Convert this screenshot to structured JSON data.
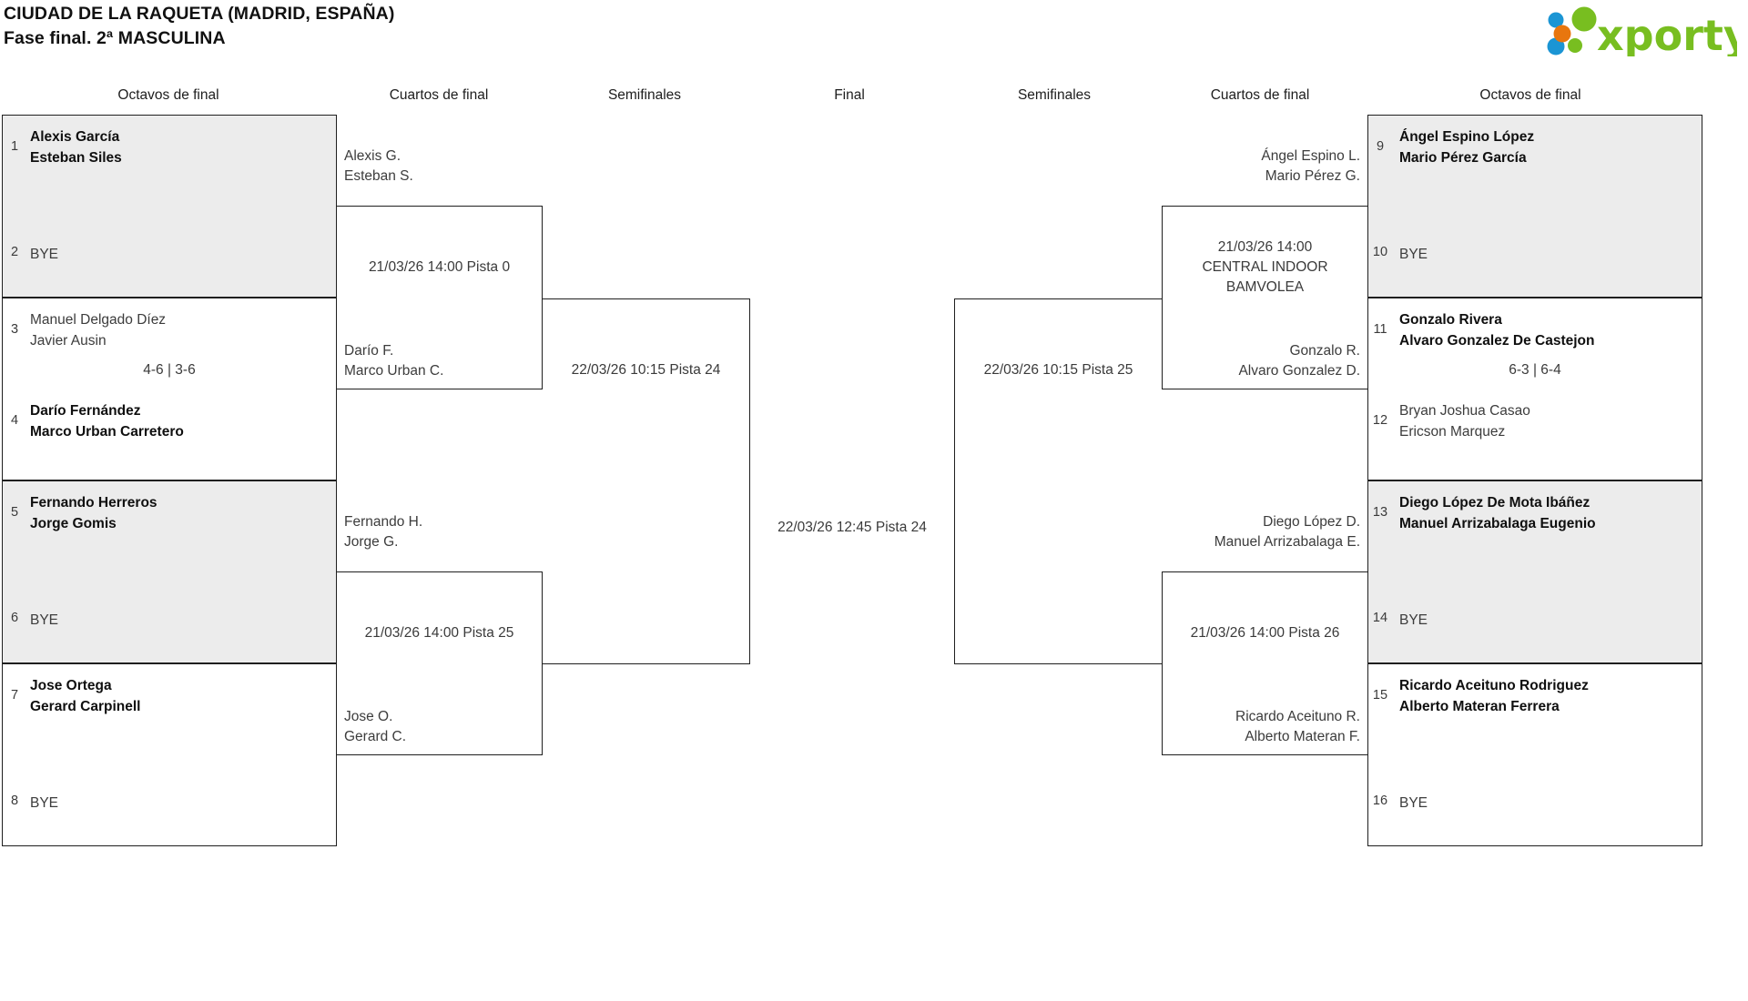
{
  "header": {
    "title_line1": "CIUDAD DE LA RAQUETA (MADRID, ESPAÑA)",
    "title_line2": "Fase final. 2ª MASCULINA",
    "logo_text": "xporty",
    "logo_colors": {
      "green": "#78BE20",
      "orange": "#E8760E",
      "blue": "#1B95D4"
    }
  },
  "round_labels": {
    "left_octavos": "Octavos de final",
    "left_cuartos": "Cuartos de final",
    "left_semis": "Semifinales",
    "final": "Final",
    "right_semis": "Semifinales",
    "right_cuartos": "Cuartos de final",
    "right_octavos": "Octavos de final"
  },
  "left_octavos": [
    {
      "seed": "1",
      "line1": "Alexis García",
      "line2": "Esteban Siles",
      "state": "winner",
      "shaded": true
    },
    {
      "seed": "2",
      "line1": "BYE",
      "line2": "",
      "state": "bye",
      "shaded": true
    },
    {
      "seed": "3",
      "line1": "Manuel Delgado Díez",
      "line2": "Javier Ausin",
      "state": "loser",
      "shaded": false
    },
    {
      "seed": "4",
      "line1": "Darío Fernández",
      "line2": "Marco Urban Carretero",
      "state": "winner",
      "shaded": false
    },
    {
      "seed": "5",
      "line1": "Fernando Herreros",
      "line2": "Jorge Gomis",
      "state": "winner",
      "shaded": true
    },
    {
      "seed": "6",
      "line1": "BYE",
      "line2": "",
      "state": "bye",
      "shaded": true
    },
    {
      "seed": "7",
      "line1": "Jose Ortega",
      "line2": "Gerard Carpinell",
      "state": "winner",
      "shaded": false
    },
    {
      "seed": "8",
      "line1": "BYE",
      "line2": "",
      "state": "bye",
      "shaded": false
    }
  ],
  "right_octavos": [
    {
      "seed": "9",
      "line1": "Ángel Espino López",
      "line2": "Mario Pérez García",
      "state": "winner",
      "shaded": true
    },
    {
      "seed": "10",
      "line1": "BYE",
      "line2": "",
      "state": "bye",
      "shaded": true
    },
    {
      "seed": "11",
      "line1": "Gonzalo Rivera",
      "line2": "Alvaro Gonzalez De Castejon",
      "state": "winner",
      "shaded": false
    },
    {
      "seed": "12",
      "line1": "Bryan Joshua Casao",
      "line2": "Ericson Marquez",
      "state": "loser",
      "shaded": false
    },
    {
      "seed": "13",
      "line1": "Diego López De Mota Ibáñez",
      "line2": "Manuel Arrizabalaga Eugenio",
      "state": "winner",
      "shaded": true
    },
    {
      "seed": "14",
      "line1": "BYE",
      "line2": "",
      "state": "bye",
      "shaded": true
    },
    {
      "seed": "15",
      "line1": "Ricardo Aceituno Rodriguez",
      "line2": "Alberto Materan Ferrera",
      "state": "winner",
      "shaded": false
    },
    {
      "seed": "16",
      "line1": "BYE",
      "line2": "",
      "state": "bye",
      "shaded": false
    }
  ],
  "octavos_scores": {
    "left_match2": "4-6 | 3-6",
    "right_match2": "6-3 | 6-4"
  },
  "left_cuartos": [
    {
      "top_line1": "Alexis G.",
      "top_line2": "Esteban S.",
      "bot_line1": "Darío F.",
      "bot_line2": "Marco Urban C.",
      "info": "21/03/26 14:00 Pista 0"
    },
    {
      "top_line1": "Fernando H.",
      "top_line2": "Jorge G.",
      "bot_line1": "Jose O.",
      "bot_line2": "Gerard C.",
      "info": "21/03/26 14:00 Pista 25"
    }
  ],
  "right_cuartos": [
    {
      "top_line1": "Ángel Espino L.",
      "top_line2": "Mario Pérez G.",
      "bot_line1": "Gonzalo R.",
      "bot_line2": "Alvaro Gonzalez D.",
      "info": "21/03/26 14:00\nCENTRAL INDOOR\nBAMVOLEA"
    },
    {
      "top_line1": "Diego López D.",
      "top_line2": "Manuel Arrizabalaga E.",
      "bot_line1": "Ricardo Aceituno R.",
      "bot_line2": "Alberto Materan F.",
      "info": "21/03/26 14:00 Pista 26"
    }
  ],
  "left_semifinal": {
    "info": "22/03/26 10:15 Pista 24"
  },
  "right_semifinal": {
    "info": "22/03/26 10:15 Pista 25"
  },
  "final": {
    "info": "22/03/26 12:45 Pista 24"
  }
}
